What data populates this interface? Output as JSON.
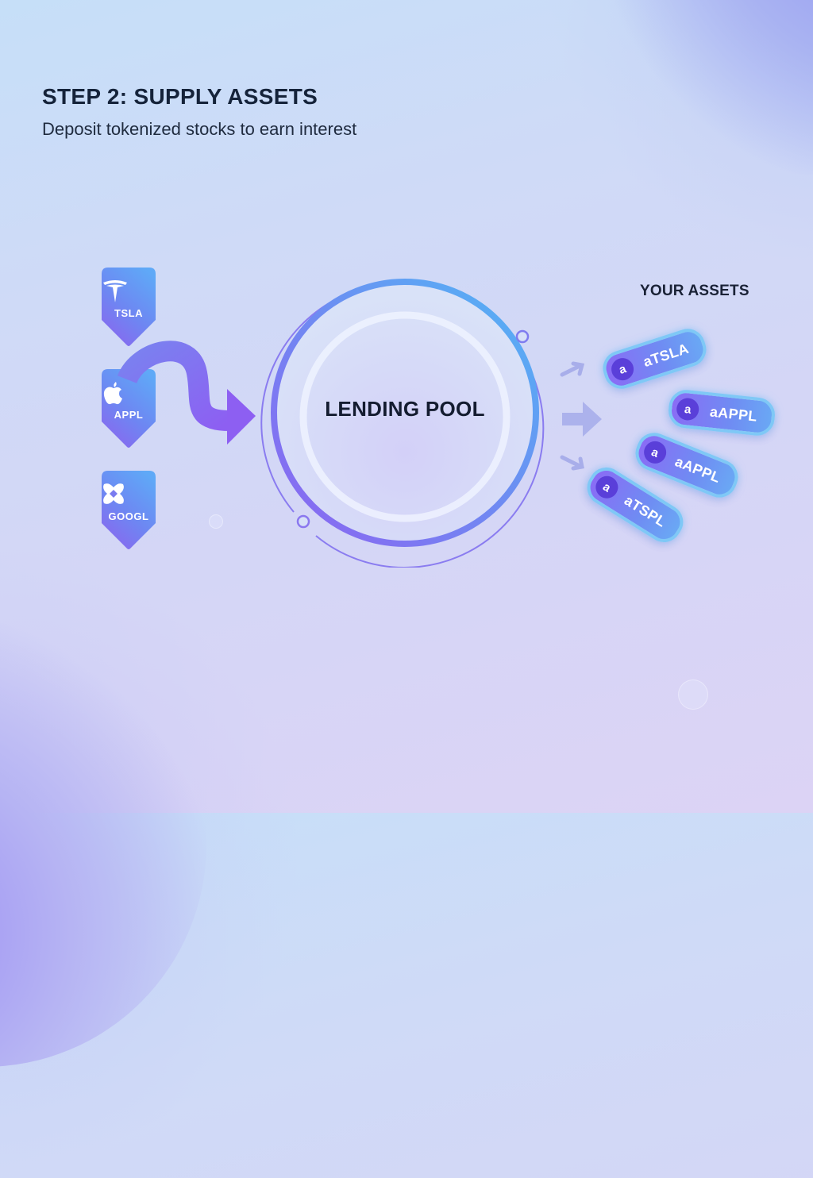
{
  "header": {
    "title": "STEP 2: SUPPLY ASSETS",
    "subtitle": "Deposit tokenized stocks to earn interest"
  },
  "stocks": [
    {
      "ticker": "TSLA",
      "logo_icon": "tesla-logo-icon"
    },
    {
      "ticker": "APPL",
      "logo_icon": "apple-logo-icon"
    },
    {
      "ticker": "GOOGL",
      "logo_icon": "google-logo-icon"
    }
  ],
  "pool": {
    "label": "LENDING POOL"
  },
  "assets": {
    "heading": "YOUR ASSETS",
    "tokens": [
      {
        "coin": "a",
        "name": "aTSLA"
      },
      {
        "coin": "a",
        "name": "aAPPL"
      },
      {
        "coin": "a",
        "name": "aAPPL"
      },
      {
        "coin": "a",
        "name": "aTSPL"
      }
    ]
  },
  "colors": {
    "accent_purple": "#8a6cf5",
    "accent_blue": "#5ab0f5",
    "token_border": "#7fc8f6",
    "text_dark": "#15233a"
  }
}
